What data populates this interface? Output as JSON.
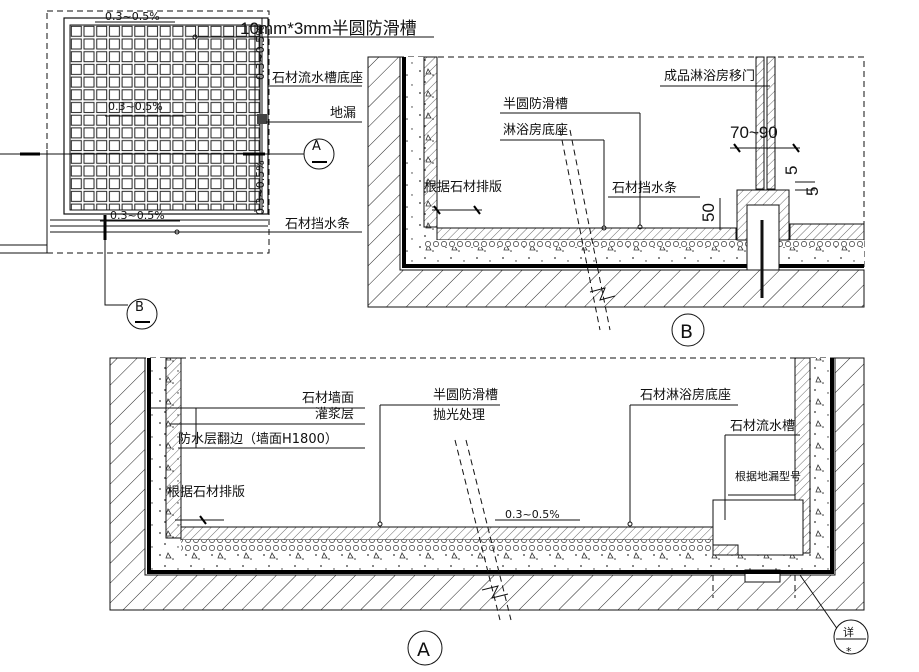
{
  "plan": {
    "slope_top": "0.3~0.5%",
    "slope_mid": "0.3~0.5%",
    "slope_bottom": "0.3~0.5%",
    "slope_side": "0.3~0.5%",
    "slope_side2": "0.3~0.5%",
    "label_antislip": "10mm*3mm半圆防滑槽",
    "label_trench_base": "石材流水槽底座",
    "label_floor_drain": "地漏",
    "label_water_bar": "石材挡水条",
    "section_a_marker": "A",
    "section_b_marker": "B"
  },
  "section_b": {
    "label_door": "成品淋浴房移门",
    "label_antislip": "半圆防滑槽",
    "label_shower_base": "淋浴房底座",
    "label_layout": "根据石材排版",
    "label_water_bar": "石材挡水条",
    "dim_70_90": "70~90",
    "dim_5a": "5",
    "dim_5b": "5",
    "dim_50": "50",
    "title": "B"
  },
  "section_a": {
    "label_wall": "石材墙面",
    "label_grout": "灌浆层",
    "label_waterproof": "防水层翻边（墙面H1800）",
    "label_antislip": "半圆防滑槽",
    "label_polish": "抛光处理",
    "label_base": "石材淋浴房底座",
    "label_trench": "石材流水槽",
    "label_drain_model": "根据地漏型号",
    "label_layout": "根据石材排版",
    "slope": "0.3~0.5%",
    "title": "A",
    "detail_mark": "详",
    "detail_sub": "*"
  }
}
